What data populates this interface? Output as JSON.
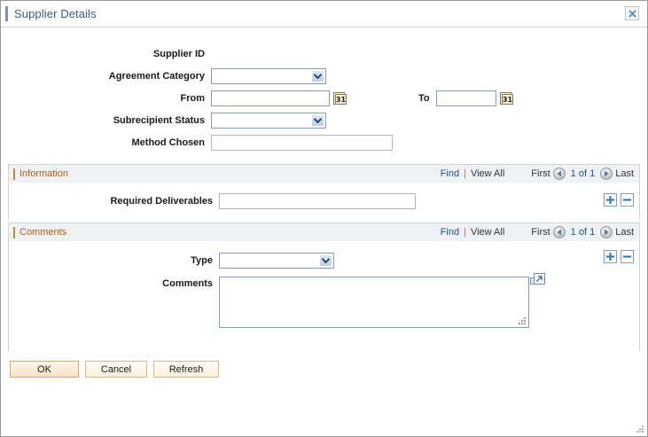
{
  "window": {
    "title": "Supplier Details",
    "close_icon": "close-icon"
  },
  "form": {
    "supplier_id_label": "Supplier ID",
    "supplier_id_value": "",
    "agreement_category_label": "Agreement Category",
    "agreement_category_value": "",
    "from_label": "From",
    "from_value": "",
    "to_label": "To",
    "to_value": "",
    "subrecipient_status_label": "Subrecipient Status",
    "subrecipient_status_value": "",
    "method_chosen_label": "Method Chosen",
    "method_chosen_value": ""
  },
  "information_section": {
    "title": "Information",
    "nav": {
      "find": "Find",
      "separator": "|",
      "view_all": "View All",
      "first": "First",
      "counter": "1 of 1",
      "last": "Last",
      "prev_icon": "left-arrow-icon",
      "next_icon": "right-arrow-icon"
    },
    "add_label": "+",
    "remove_label": "–",
    "required_deliverables_label": "Required Deliverables",
    "required_deliverables_value": ""
  },
  "comments_section": {
    "title": "Comments",
    "nav": {
      "find": "Find",
      "separator": "|",
      "view_all": "View All",
      "first": "First",
      "counter": "1 of 1",
      "last": "Last",
      "prev_icon": "left-arrow-icon",
      "next_icon": "right-arrow-icon"
    },
    "add_label": "+",
    "remove_label": "–",
    "type_label": "Type",
    "type_value": "",
    "comments_label": "Comments",
    "comments_value": "",
    "expand_icon": "expand-popup-icon"
  },
  "buttons": {
    "ok": "OK",
    "cancel": "Cancel",
    "refresh": "Refresh"
  },
  "colors": {
    "title_blue": "#3d5a80",
    "section_orange": "#b15c10",
    "link_blue": "#20548a",
    "control_border": "#7f9db9",
    "button_border": "#d8a95e"
  }
}
